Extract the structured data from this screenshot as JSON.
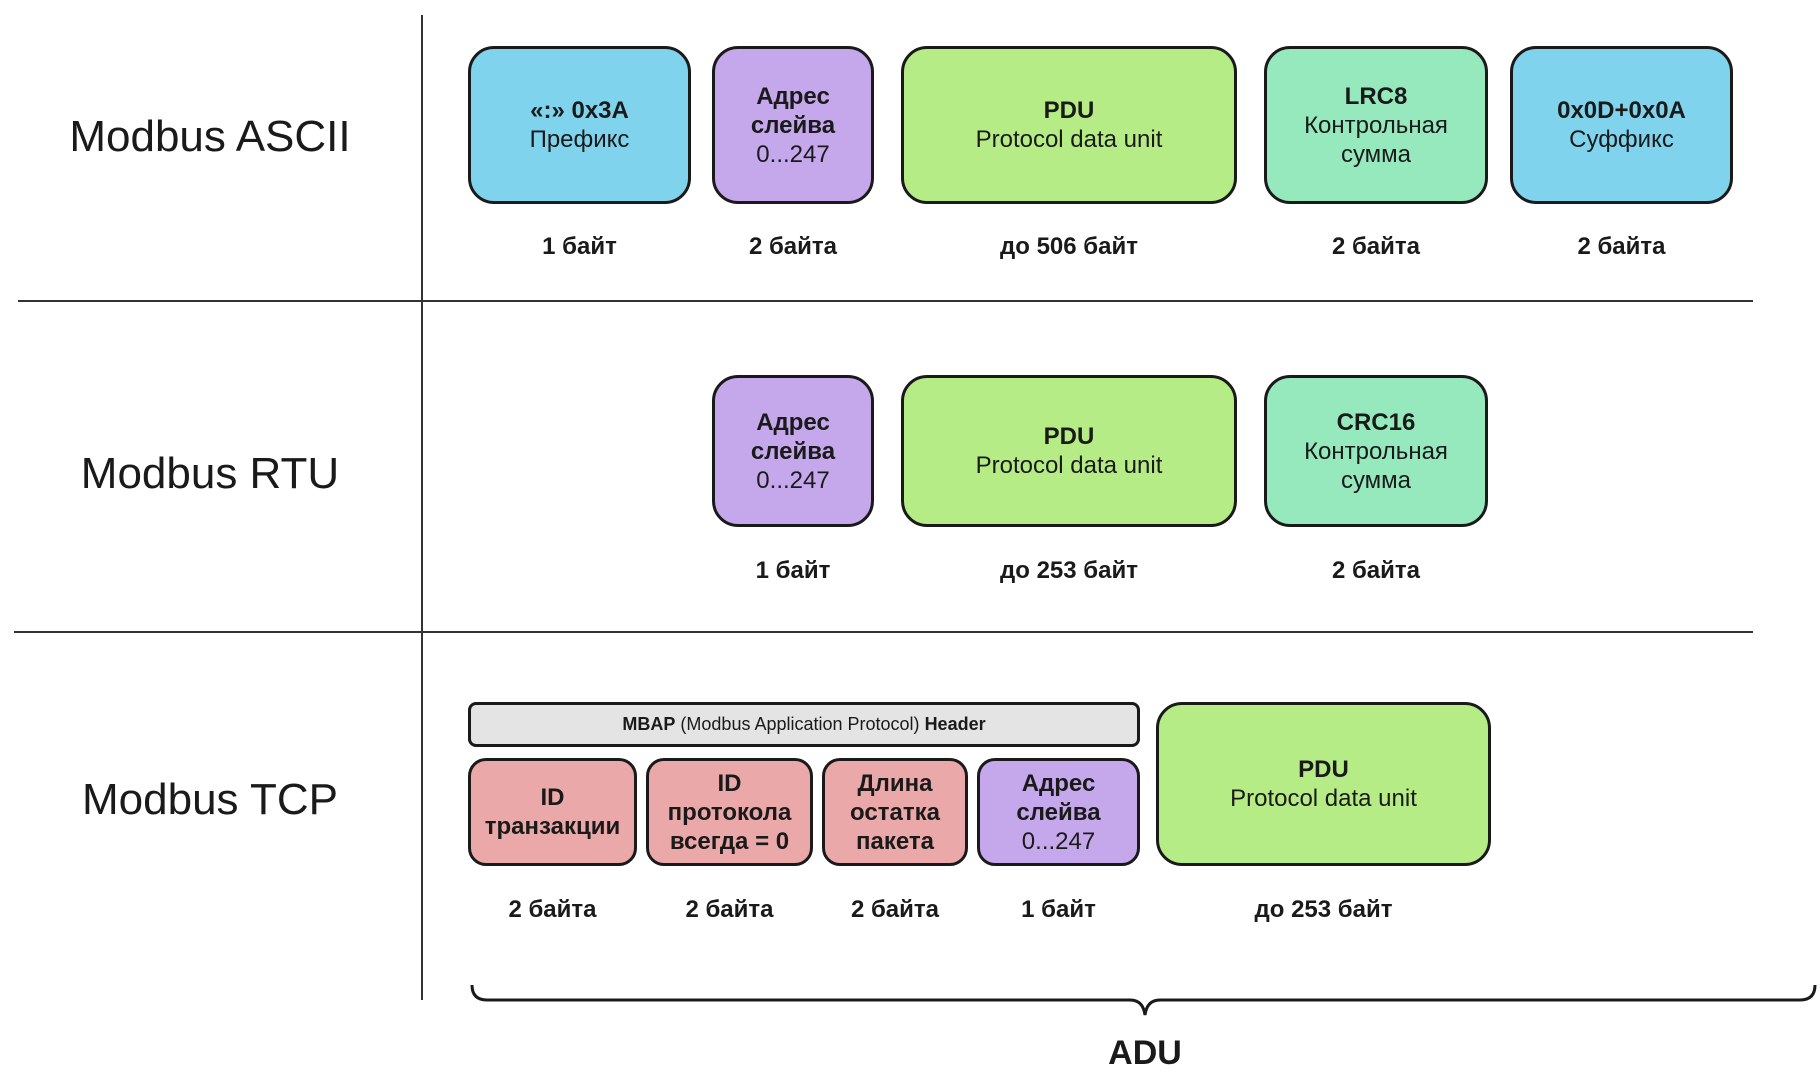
{
  "rows": {
    "ascii": {
      "label": "Modbus ASCII",
      "boxes": [
        {
          "title": "«:» 0x3A",
          "sub": "Префикс",
          "color": "#7fd3ec"
        },
        {
          "title": "Адрес слейва",
          "sub": "0...247",
          "color": "#c5a8ec"
        },
        {
          "title": "PDU",
          "sub": "Protocol data unit",
          "color": "#b6ec86"
        },
        {
          "title": "LRC8",
          "sub": "Контрольная сумма",
          "color": "#95e9bd"
        },
        {
          "title": "0x0D+0x0A",
          "sub": "Суффикс",
          "color": "#7fd3ec"
        }
      ],
      "sizes": [
        "1 байт",
        "2 байта",
        "до 506 байт",
        "2 байта",
        "2 байта"
      ]
    },
    "rtu": {
      "label": "Modbus RTU",
      "boxes": [
        {
          "title": "Адрес слейва",
          "sub": "0...247",
          "color": "#c5a8ec"
        },
        {
          "title": "PDU",
          "sub": "Protocol data unit",
          "color": "#b6ec86"
        },
        {
          "title": "CRC16",
          "sub": "Контрольная сумма",
          "color": "#95e9bd"
        }
      ],
      "sizes": [
        "1 байт",
        "до 253 байт",
        "2 байта"
      ]
    },
    "tcp": {
      "label": "Modbus TCP",
      "mbap": {
        "bold1": "MBAP",
        "normal": "(Modbus Application Protocol)",
        "bold2": "Header"
      },
      "boxes": [
        {
          "title": "ID транзакции",
          "sub": "",
          "color": "#eba8a8"
        },
        {
          "title": "ID протокола всегда = 0",
          "sub": "",
          "color": "#eba8a8"
        },
        {
          "title": "Длина остатка пакета",
          "sub": "",
          "color": "#eba8a8"
        },
        {
          "title": "Адрес слейва",
          "sub": "0...247",
          "color": "#c5a8ec"
        },
        {
          "title": "PDU",
          "sub": "Protocol data unit",
          "color": "#b6ec86"
        }
      ],
      "sizes": [
        "2 байта",
        "2 байта",
        "2 байта",
        "1 байт",
        "до 253 байт"
      ]
    }
  },
  "adu_label": "ADU"
}
